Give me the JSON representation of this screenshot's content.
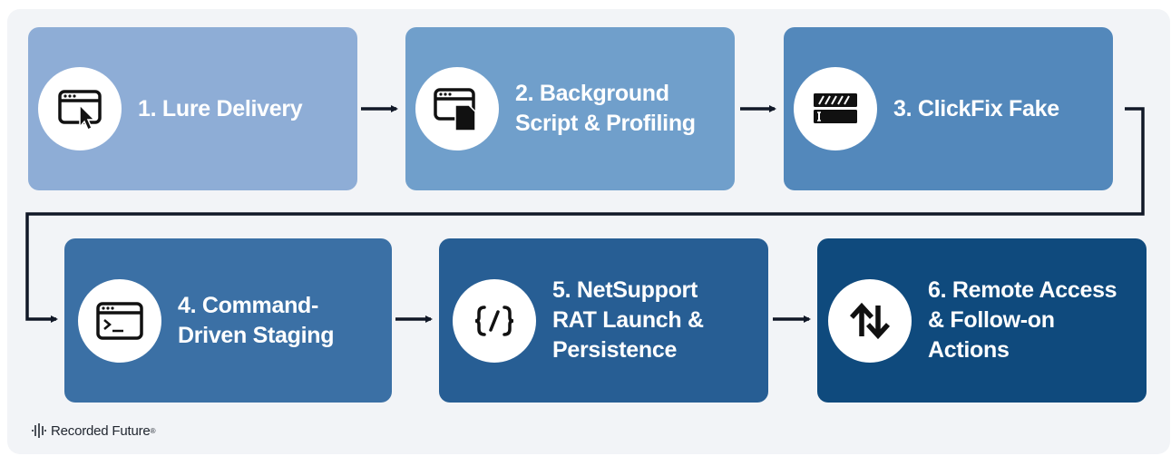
{
  "steps": [
    {
      "lines": [
        "1. Lure Delivery"
      ],
      "icon": "browser-cursor-icon",
      "color": "#8eadd6"
    },
    {
      "lines": [
        "2. Background",
        "Script & Profiling"
      ],
      "icon": "browser-document-icon",
      "color": "#709fcb"
    },
    {
      "lines": [
        "3. ClickFix Fake"
      ],
      "icon": "fake-captcha-window-icon",
      "color": "#5388bb"
    },
    {
      "lines": [
        "4. Command-",
        "Driven Staging"
      ],
      "icon": "terminal-window-icon",
      "color": "#3b70a5"
    },
    {
      "lines": [
        "5. NetSupport",
        "RAT Launch &",
        "Persistence"
      ],
      "icon": "code-braces-icon",
      "color": "#275e94"
    },
    {
      "lines": [
        "6. Remote Access",
        "& Follow-on",
        "Actions"
      ],
      "icon": "up-down-arrows-icon",
      "color": "#0f4a7d"
    }
  ],
  "brand": {
    "name": "Recorded Future",
    "mark": "®"
  },
  "colors": {
    "arrow": "#111827",
    "background": "#f2f4f7"
  }
}
